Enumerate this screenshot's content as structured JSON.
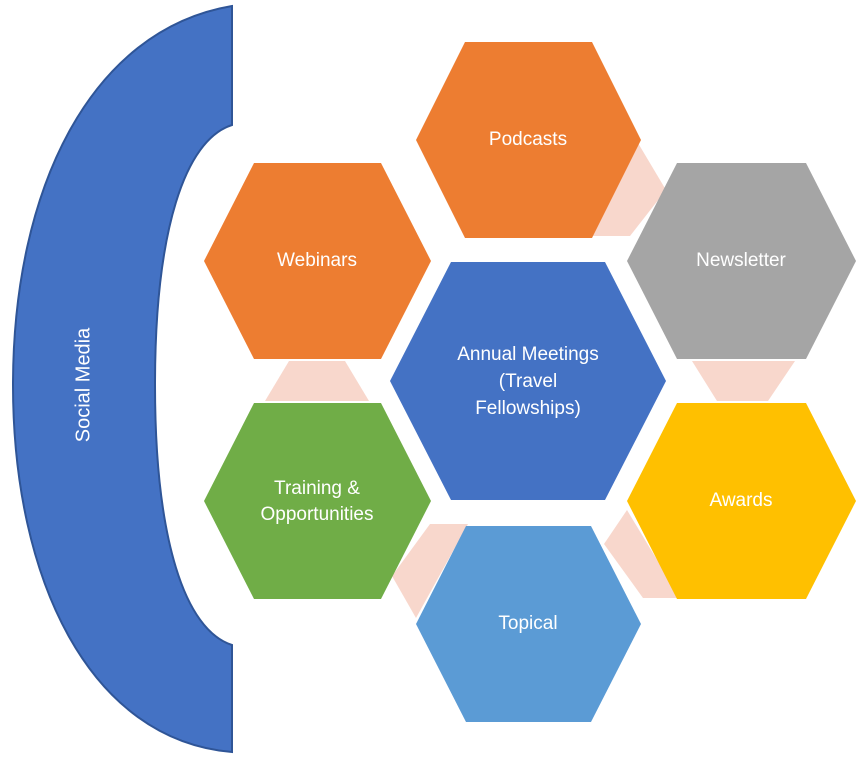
{
  "diagram": {
    "side_label": "Social Media",
    "nodes": [
      {
        "id": "podcasts",
        "lines": [
          "Podcasts"
        ],
        "color": "#ED7D31"
      },
      {
        "id": "webinars",
        "lines": [
          "Webinars"
        ],
        "color": "#ED7D31"
      },
      {
        "id": "newsletter",
        "lines": [
          "Newsletter"
        ],
        "color": "#A5A5A5"
      },
      {
        "id": "annual-meetings",
        "lines": [
          "Annual Meetings",
          "(Travel",
          "Fellowships)"
        ],
        "color": "#4472C4"
      },
      {
        "id": "training",
        "lines": [
          "Training &",
          "Opportunities"
        ],
        "color": "#70AD47"
      },
      {
        "id": "awards",
        "lines": [
          "Awards"
        ],
        "color": "#FFC000"
      },
      {
        "id": "topical",
        "lines": [
          "Topical"
        ],
        "color": "#5B9BD5"
      }
    ],
    "colors": {
      "arc": "#4472C4",
      "arc_stroke": "#2F5597",
      "connector": "#F8D7CC"
    }
  }
}
